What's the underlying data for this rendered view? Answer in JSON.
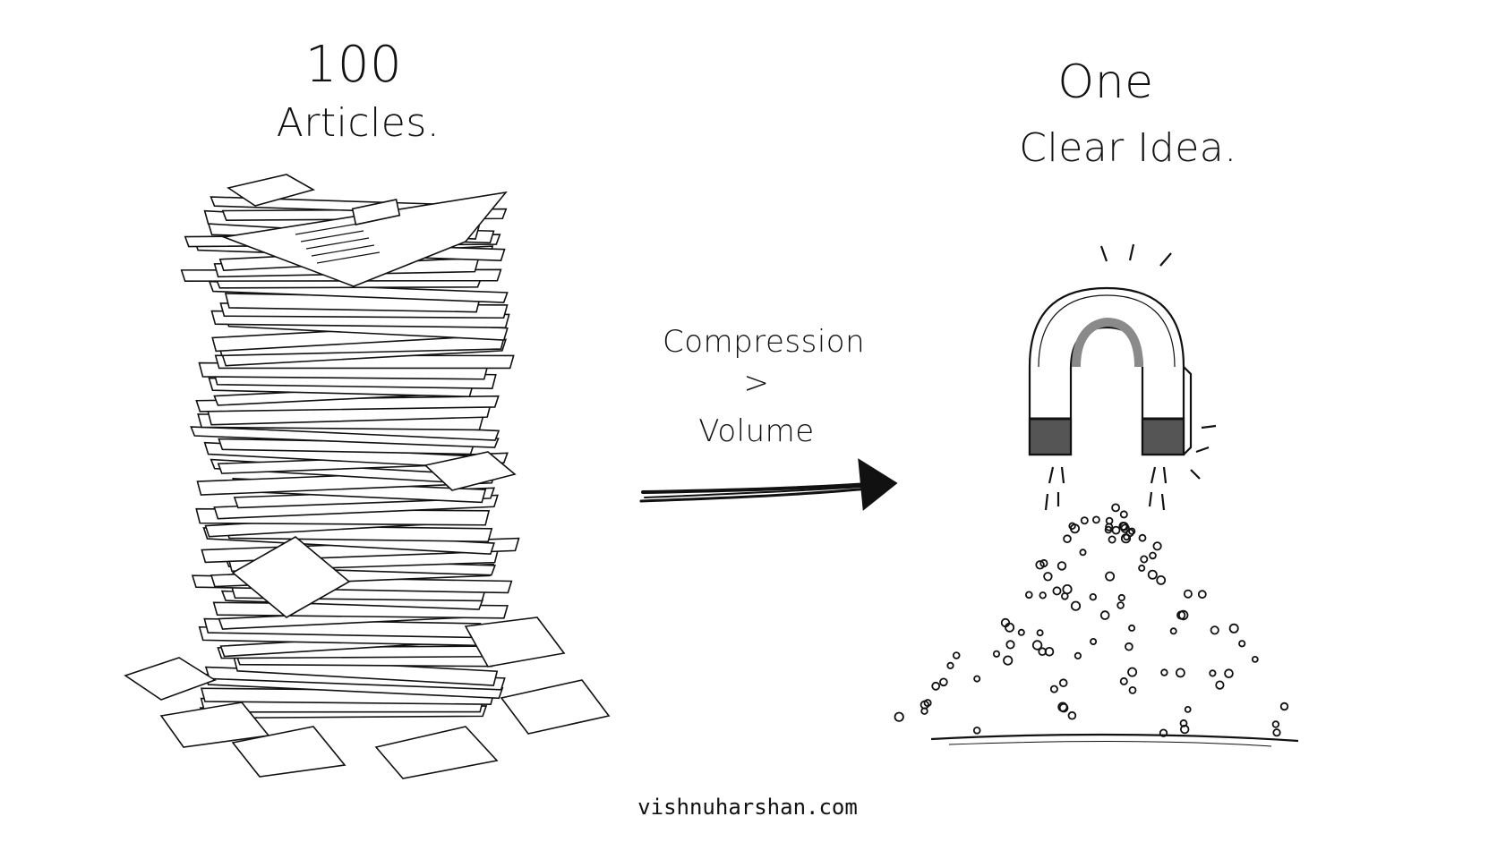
{
  "left_panel": {
    "count": "100",
    "label": "Articles."
  },
  "right_panel": {
    "line1": "One",
    "line2": "Clear Idea."
  },
  "middle": {
    "word1": "Compression",
    "operator": ">",
    "word2": "Volume"
  },
  "footer": {
    "site": "vishnuharshan.com"
  },
  "icons": [
    "paper-stack-icon",
    "arrow-right-icon",
    "magnet-icon",
    "particles-icon"
  ],
  "colors": {
    "ink": "#111111",
    "background": "#ffffff"
  }
}
